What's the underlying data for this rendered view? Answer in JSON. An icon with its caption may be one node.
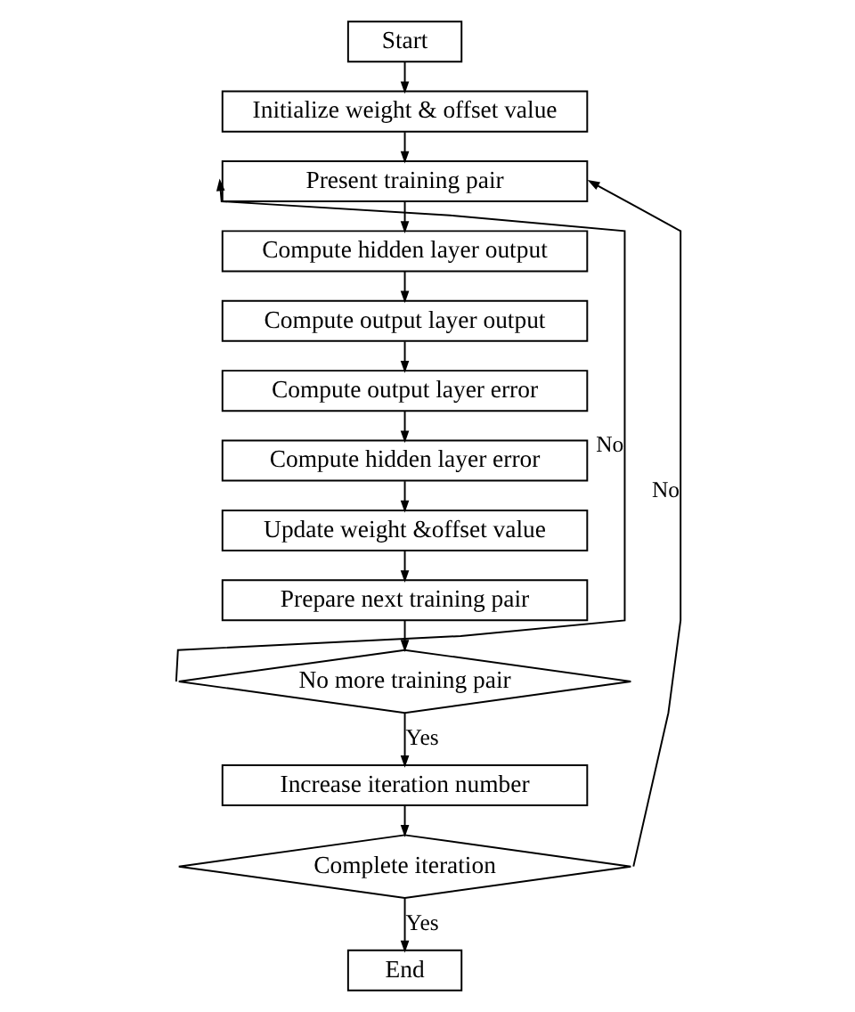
{
  "diagram": {
    "nodes": [
      {
        "text": [
          "Start"
        ]
      },
      {
        "text": [
          "Initialize weight & offset value"
        ]
      },
      {
        "text": [
          "Present training pair"
        ]
      },
      {
        "text": [
          "Compute hidden layer output"
        ]
      },
      {
        "text": [
          "Compute output layer output"
        ]
      },
      {
        "text": [
          "Compute output layer error"
        ]
      },
      {
        "text": [
          "Compute hidden layer error"
        ]
      },
      {
        "text": [
          "Update weight &offset value"
        ]
      },
      {
        "text": [
          "Prepare next training pair"
        ]
      },
      {
        "text": [
          "No more training pair"
        ]
      },
      {
        "text": [
          "Increase iteration number"
        ]
      },
      {
        "text": [
          "Complete iteration"
        ]
      },
      {
        "text": [
          "End"
        ]
      }
    ],
    "edges": [
      {
        "from": 0,
        "to": 1,
        "arrow": "to"
      },
      {
        "from": 1,
        "to": 2,
        "arrow": "to"
      },
      {
        "from": 2,
        "to": 3,
        "arrow": "to"
      },
      {
        "from": 3,
        "to": 4,
        "arrow": "to"
      },
      {
        "from": 4,
        "to": 5,
        "arrow": "to"
      },
      {
        "from": 5,
        "to": 6,
        "arrow": "to"
      },
      {
        "from": 6,
        "to": 7,
        "arrow": "to"
      },
      {
        "from": 7,
        "to": 8,
        "arrow": "to"
      },
      {
        "from": 8,
        "to": 9,
        "arrow": "to"
      },
      {
        "from": 9,
        "to": 2,
        "label": "No",
        "arrow": "to"
      },
      {
        "from": 9,
        "to": 10,
        "label": "Yes",
        "arrow": "to"
      },
      {
        "from": 10,
        "to": 11,
        "arrow": "to"
      },
      {
        "from": 11,
        "to": 2,
        "label": "No",
        "arrow": "to"
      },
      {
        "from": 11,
        "to": 12,
        "label": "Yes",
        "arrow": "to"
      }
    ]
  }
}
